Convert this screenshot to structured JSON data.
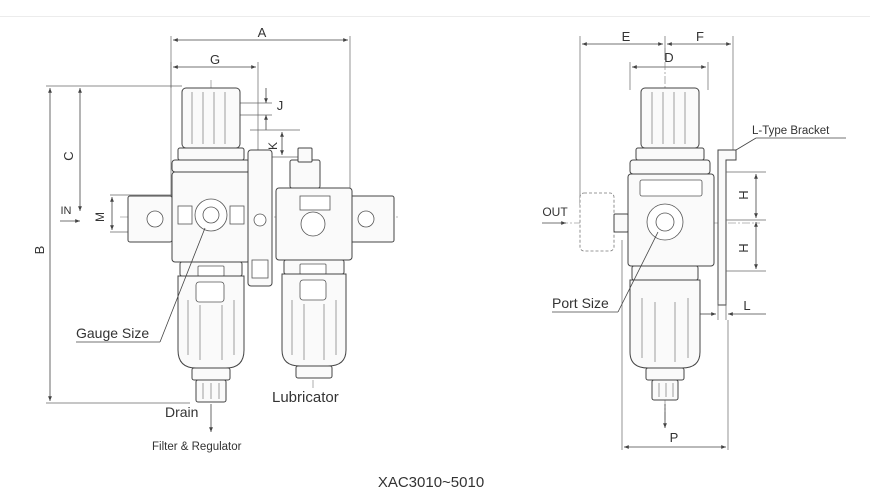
{
  "left_view": {
    "dimensions": {
      "A": "A",
      "G": "G",
      "J": "J",
      "K": "K",
      "C": "C",
      "B": "B",
      "M": "M"
    },
    "labels": {
      "in": "IN",
      "gauge_size": "Gauge Size",
      "lubricator": "Lubricator",
      "drain": "Drain",
      "filter_regulator": "Filter & Regulator"
    }
  },
  "right_view": {
    "dimensions": {
      "E": "E",
      "F": "F",
      "D": "D",
      "H_upper": "H",
      "H_lower": "H",
      "L": "L",
      "P": "P"
    },
    "labels": {
      "l_type_bracket": "L-Type Bracket",
      "out": "OUT",
      "port_size": "Port Size"
    }
  },
  "caption": "XAC3010~5010"
}
